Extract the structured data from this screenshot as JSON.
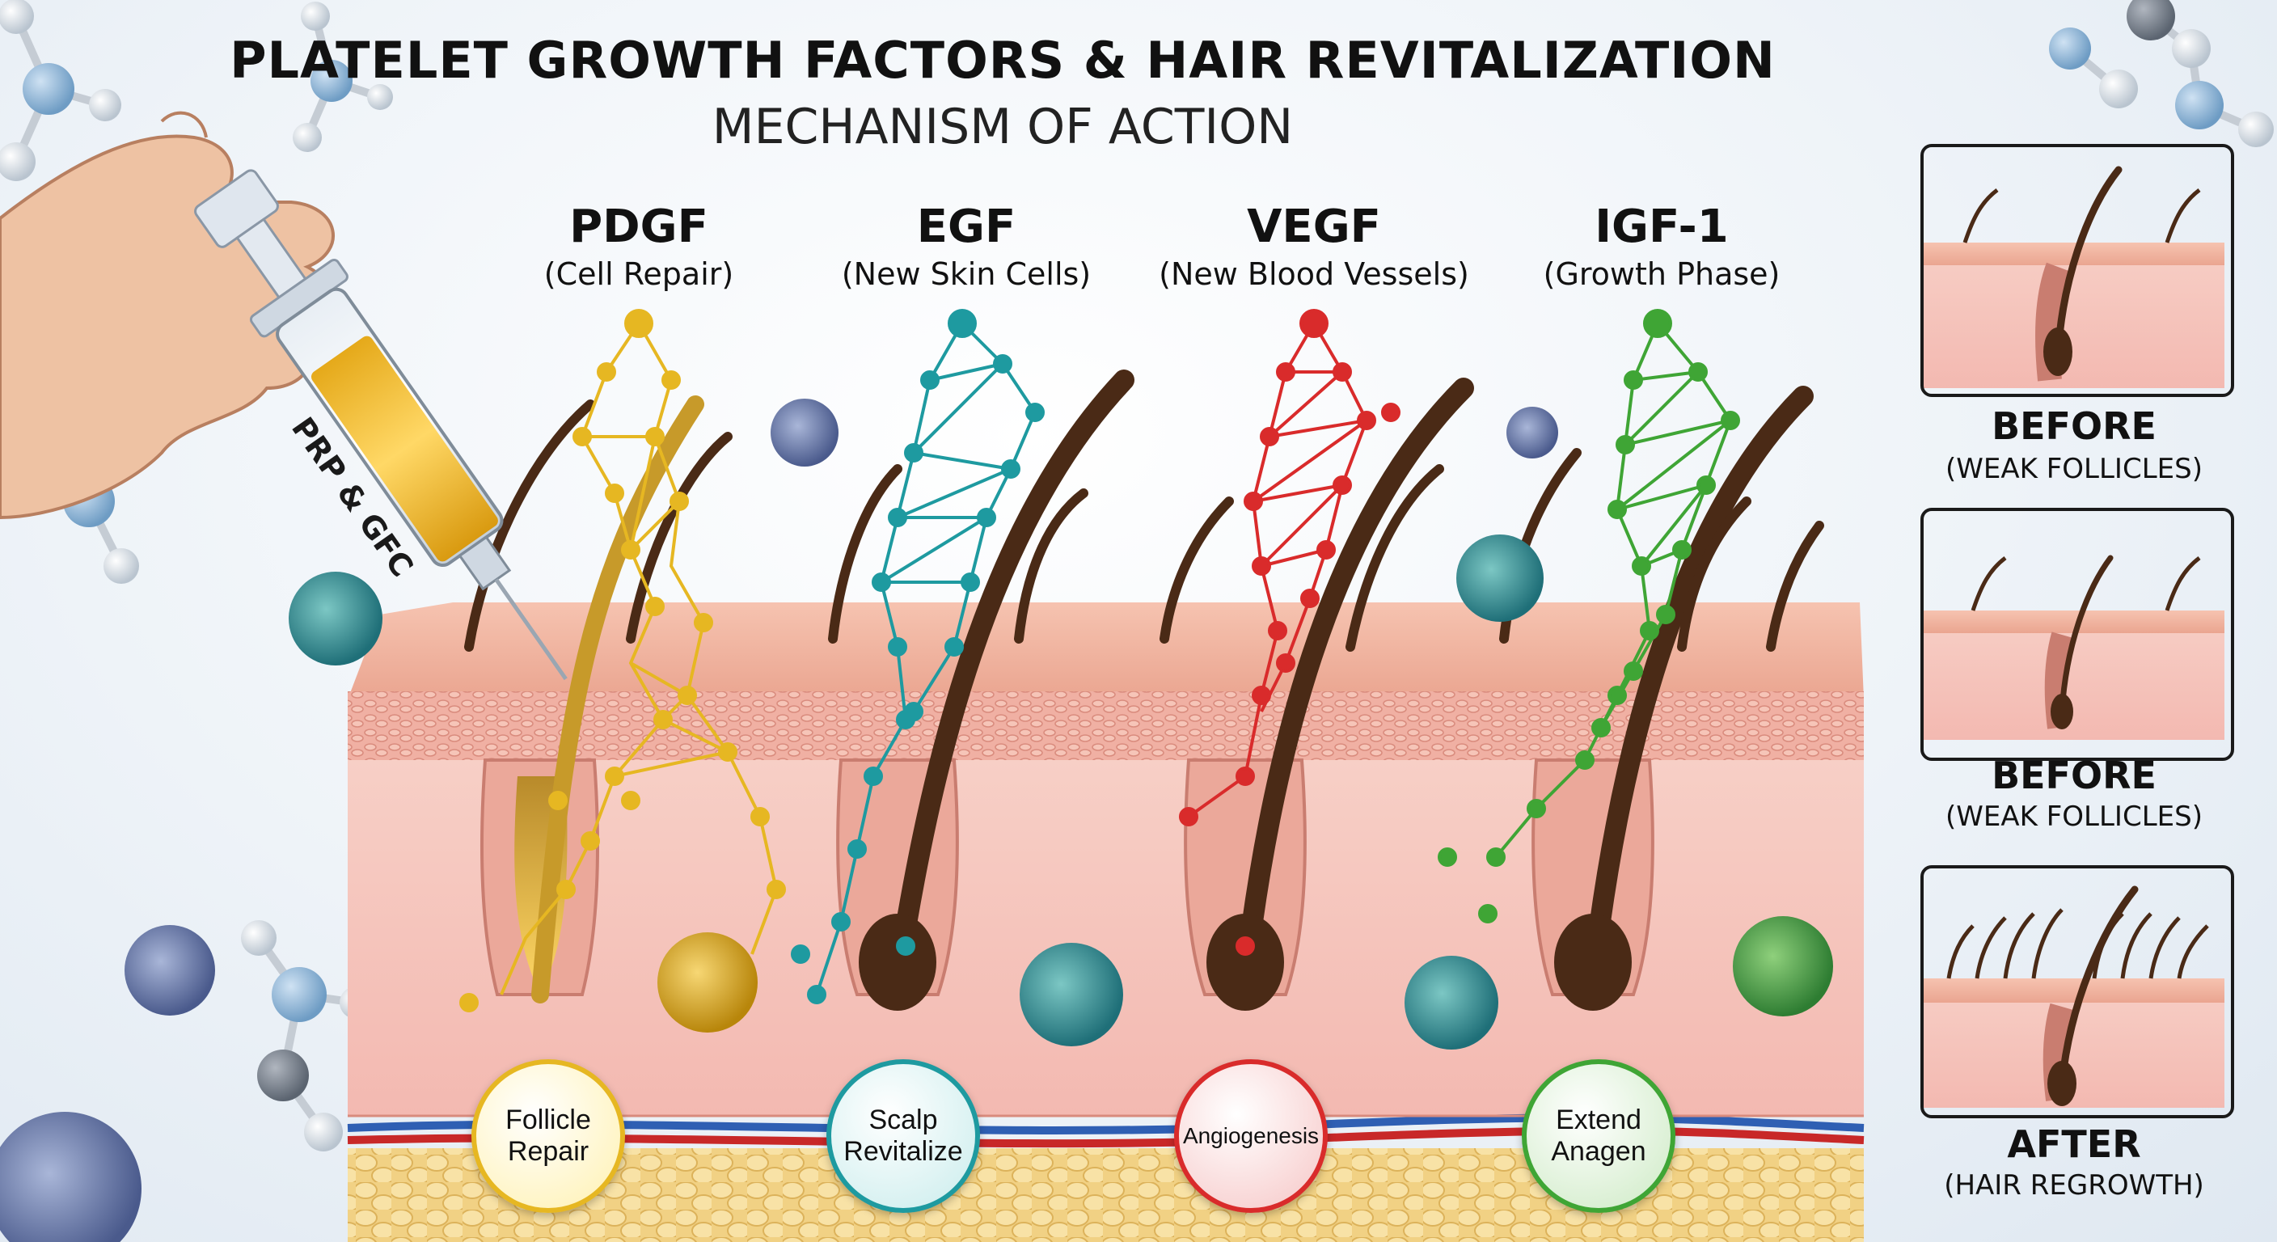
{
  "header": {
    "title": "PLATELET GROWTH FACTORS & HAIR REVITALIZATION",
    "subtitle": "MECHANISM OF ACTION"
  },
  "syringe": {
    "label": "PRP & GFC"
  },
  "factors": [
    {
      "name": "PDGF",
      "desc": "(Cell Repair)",
      "color": "#e6b722",
      "bubble": [
        "Follicle",
        "Repair"
      ]
    },
    {
      "name": "EGF",
      "desc": "(New Skin Cells)",
      "color": "#1e9aa0",
      "bubble": [
        "Scalp",
        "Revitalize"
      ]
    },
    {
      "name": "VEGF",
      "desc": "(New Blood Vessels)",
      "color": "#d92b2b",
      "bubble": [
        "Angiogenesis"
      ]
    },
    {
      "name": "IGF-1",
      "desc": "(Growth Phase)",
      "color": "#3fa535",
      "bubble": [
        "Extend",
        "Anagen"
      ]
    }
  ],
  "panels": [
    {
      "title": "BEFORE",
      "sub": "(WEAK FOLLICLES)"
    },
    {
      "title": "BEFORE",
      "sub": "(WEAK FOLLICLES)"
    },
    {
      "title": "AFTER",
      "sub": "(HAIR REGROWTH)"
    }
  ],
  "colors": {
    "skin": "#f2b8a8",
    "dermis": "#f6c9c0",
    "fat": "#f3d38a",
    "hair": "#4a2a16"
  }
}
